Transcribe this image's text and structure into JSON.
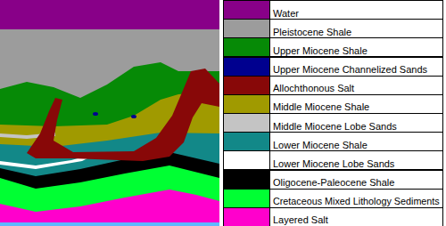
{
  "diagram": {
    "legend": [
      {
        "text": "Water",
        "color": "#880088"
      },
      {
        "text": "Pleistocene Shale",
        "color": "#9c9c9c"
      },
      {
        "text": "Upper Miocene Shale",
        "color": "#068a06"
      },
      {
        "text": "Upper Miocene Channelized Sands",
        "color": "#00008f"
      },
      {
        "text": "Allochthonous Salt",
        "color": "#880808"
      },
      {
        "text": "Middle Miocene Shale",
        "color": "#a09a00"
      },
      {
        "text": "Middle Miocene Lobe Sands",
        "color": "#c4c4c4"
      },
      {
        "text": "Lower Miocene Shale",
        "color": "#128888"
      },
      {
        "text": "Lower Miocene Lobe Sands",
        "color": "#ffffff"
      },
      {
        "text": "Oligocene-Paleocene Shale",
        "color": "#000000"
      },
      {
        "text": "Cretaceous Mixed Lithology Sediments",
        "color": "#00ff33"
      },
      {
        "text": "Layered Salt",
        "color": "#ff00cc"
      }
    ]
  }
}
